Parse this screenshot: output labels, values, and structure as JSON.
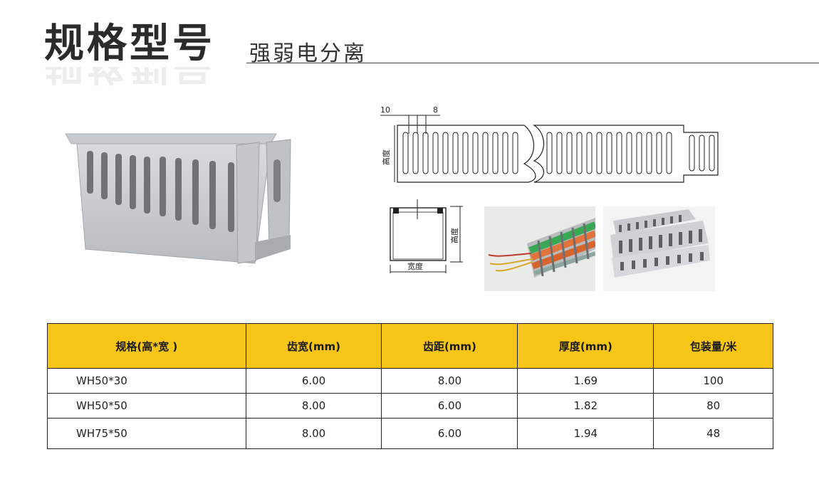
{
  "header": {
    "title": "规格型号",
    "subtitle": "强弱电分离"
  },
  "diagram": {
    "dim_tooth_width": "10",
    "dim_tooth_pitch": "8",
    "height_label": "高度",
    "width_label": "宽度"
  },
  "table": {
    "headers": [
      "规格(高*宽 )",
      "齿宽(mm)",
      "齿距(mm)",
      "厚度(mm)",
      "包装量/米"
    ],
    "rows": [
      [
        "WH50*30",
        "6.00",
        "8.00",
        "1.69",
        "100"
      ],
      [
        "WH50*50",
        "8.00",
        "6.00",
        "1.82",
        "80"
      ],
      [
        "WH75*50",
        "8.00",
        "6.00",
        "1.94",
        "48"
      ]
    ]
  }
}
